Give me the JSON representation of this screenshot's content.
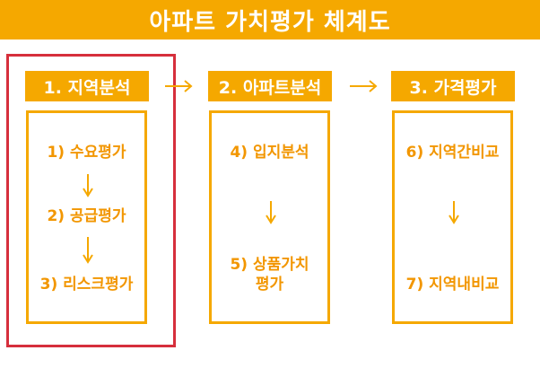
{
  "title": "아파트 가치평가 체계도",
  "colors": {
    "accent": "#f5a800",
    "item_text": "#f29600",
    "highlight": "#d62f3c"
  },
  "stages": [
    {
      "header": "1. 지역분석",
      "items": [
        "1) 수요평가",
        "2) 공급평가",
        "3) 리스크평가"
      ]
    },
    {
      "header": "2. 아파트분석",
      "items": [
        "4) 입지분석",
        "5) 상품가치",
        "평가"
      ]
    },
    {
      "header": "3. 가격평가",
      "items": [
        "6) 지역간비교",
        "7) 지역내비교"
      ]
    }
  ]
}
